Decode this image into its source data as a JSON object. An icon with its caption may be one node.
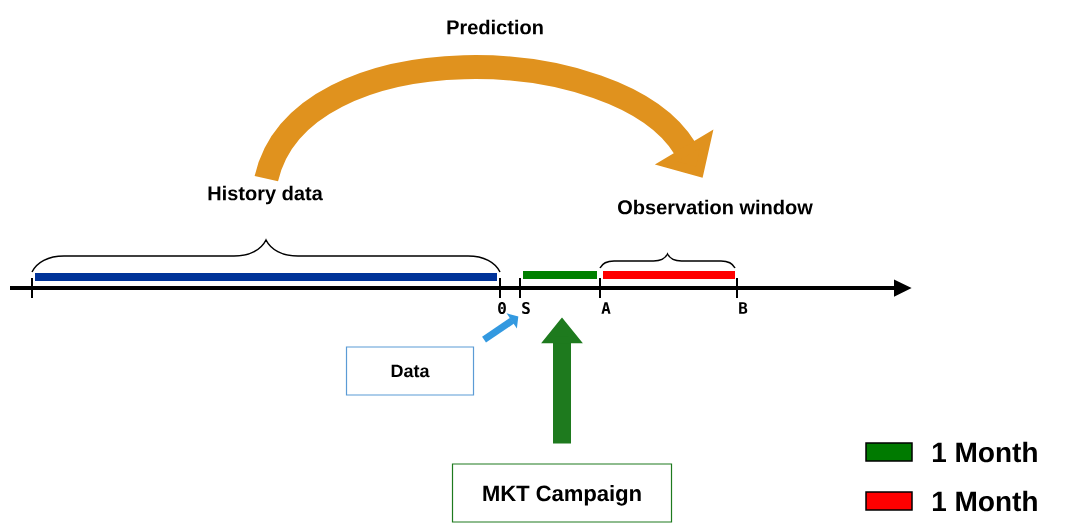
{
  "diagram": {
    "nodes": [
      {
        "text": [
          "Data"
        ]
      },
      {
        "text": [
          "MKT Campaign"
        ]
      },
      {
        "text": [
          "S"
        ]
      },
      {
        "text": [
          "History data"
        ]
      },
      {
        "text": [
          "Observation window"
        ]
      }
    ],
    "edges": [
      {
        "from": 0,
        "to": 2,
        "arrow": "to",
        "color": "#3399e0"
      },
      {
        "from": 1,
        "to": 2,
        "arrow": "to",
        "color": "#1e7a1e"
      },
      {
        "from": 3,
        "to": 4,
        "arrow": "to",
        "label": "Prediction",
        "color": "#e0921e"
      }
    ],
    "labels": [
      "0",
      "A",
      "B"
    ],
    "legend": [
      {
        "text": "1 Month",
        "color": "#007a00"
      },
      {
        "text": "1 Month",
        "color": "#ff0000"
      }
    ]
  }
}
